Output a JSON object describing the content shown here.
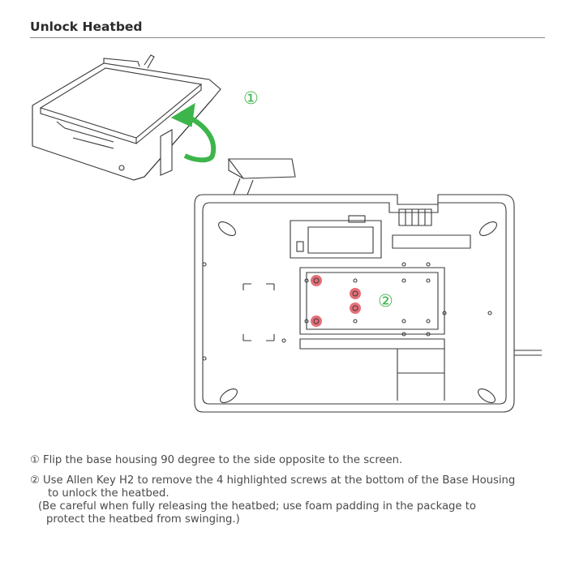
{
  "title": "Unlock Heatbed",
  "step1_marker": "①",
  "step2_marker": "②",
  "notes": {
    "step1": "① Flip the base housing 90 degree to the side opposite to the screen.",
    "step2_line1": "② Use Allen Key H2 to remove the 4 highlighted screws at the bottom of the Base Housing",
    "step2_line2": "to unlock the heatbed.",
    "step2_line3": "(Be careful when fully releasing the heatbed; use foam padding in the package to",
    "step2_line4": "protect the heatbed from swinging.)"
  },
  "colors": {
    "accent_green": "#3cb54a",
    "screw_highlight": "#e05560",
    "line": "#3a3a3a"
  },
  "icons": [
    "flip-arrow-icon",
    "screw-icon"
  ]
}
